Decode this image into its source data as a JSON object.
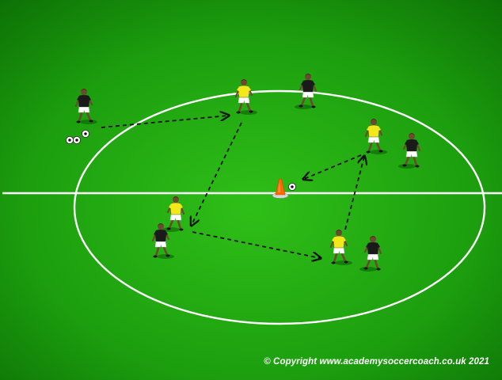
{
  "diagram": {
    "pitch_color": "#1a9a0c",
    "line_color": "#ffffff",
    "arrow_color": "#111111",
    "team_colors": {
      "yellow_shirt": "#f2e81a",
      "black_shirt": "#1a1a1a",
      "shorts": "#ffffff",
      "skin": "#6b4a2e"
    },
    "cone_color": "#ff6a00",
    "players": [
      {
        "id": "coach-player",
        "shirt": "black_shirt"
      },
      {
        "id": "yellow-player-top",
        "shirt": "yellow_shirt"
      },
      {
        "id": "black-player-top",
        "shirt": "black_shirt"
      },
      {
        "id": "yellow-player-right",
        "shirt": "yellow_shirt"
      },
      {
        "id": "black-player-right",
        "shirt": "black_shirt"
      },
      {
        "id": "yellow-player-left",
        "shirt": "yellow_shirt"
      },
      {
        "id": "black-player-left",
        "shirt": "black_shirt"
      },
      {
        "id": "yellow-player-bottom",
        "shirt": "yellow_shirt"
      },
      {
        "id": "black-player-bottom",
        "shirt": "black_shirt"
      }
    ],
    "balls": [
      "ball-stack",
      "ball-center"
    ],
    "cone": "center-cone",
    "pass_arrows": [
      "pass-arrow-coach-to-top",
      "pass-arrow-top-to-left",
      "pass-arrow-left-to-bottom",
      "pass-arrow-bottom-to-right",
      "pass-arrow-right-to-center"
    ]
  },
  "footer": {
    "copyright": "© Copyright www.academysoccercoach.co.uk 2021"
  }
}
